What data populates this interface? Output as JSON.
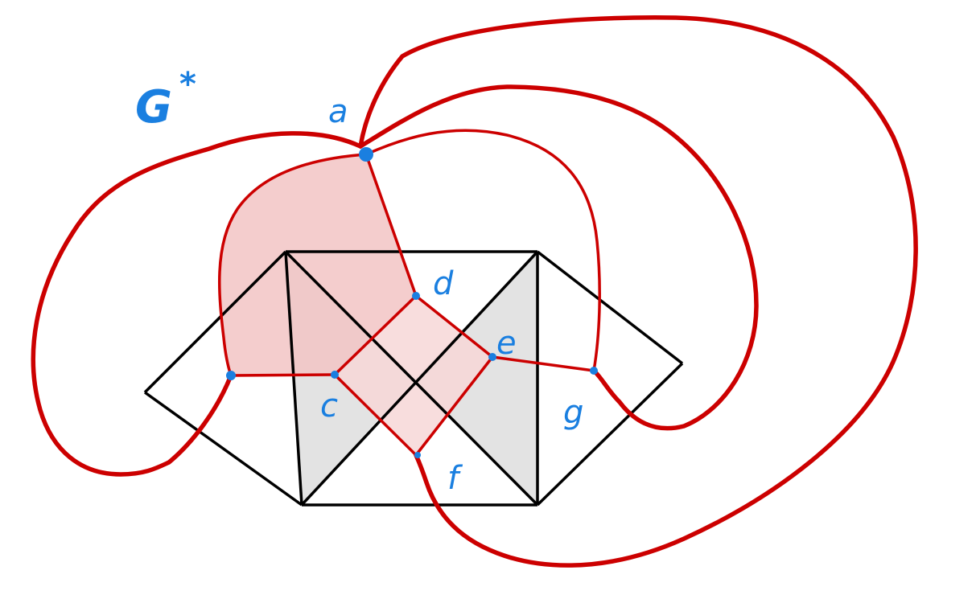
{
  "graph_label": {
    "main": "G",
    "superscript": "*"
  },
  "nodes": {
    "a": "a",
    "c": "c",
    "d": "d",
    "e": "e",
    "f": "f",
    "g": "g"
  },
  "colors": {
    "primal_edges": "#000000",
    "dual_edges": "#cc0000",
    "dual_vertices": "#1a7fe0",
    "labels": "#1a7fe0",
    "shaded_face_red": "#f2c4c4",
    "shaded_face_gray": "#e6e6e6"
  }
}
